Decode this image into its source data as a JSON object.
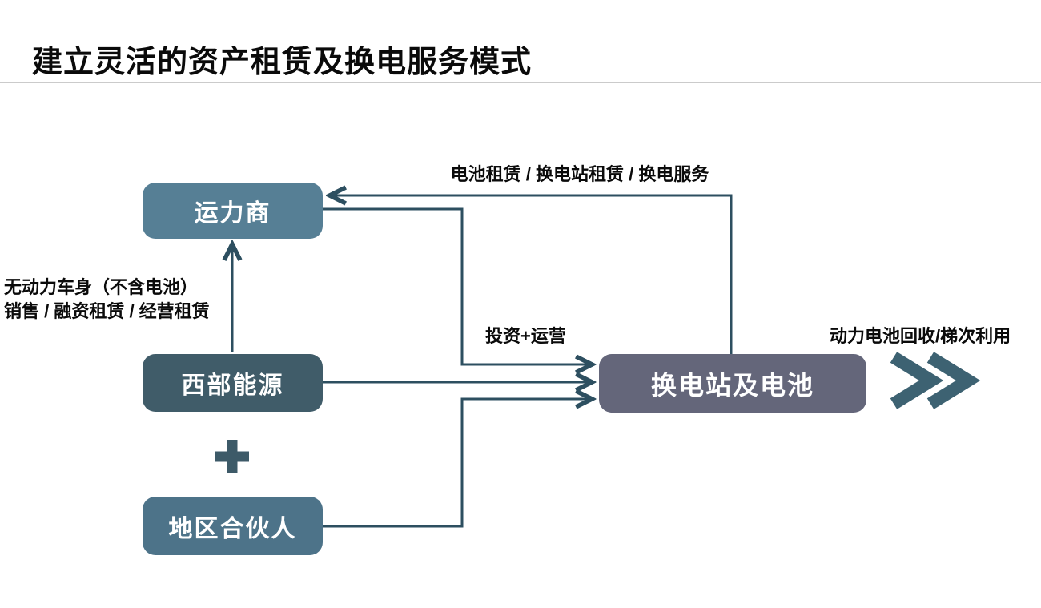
{
  "slide": {
    "title": "建立灵活的资产租赁及换电服务模式"
  },
  "nodes": [
    {
      "id": "carrier",
      "label": "运力商"
    },
    {
      "id": "western_energy",
      "label": "西部能源"
    },
    {
      "id": "regional_partner",
      "label": "地区合伙人"
    },
    {
      "id": "swap_station",
      "label": "换电站及电池"
    }
  ],
  "edge_labels": {
    "station_to_carrier": "电池租赁 / 换电站租赁 / 换电服务",
    "western_to_carrier_line1": "无动力车身（不含电池）",
    "western_to_carrier_line2": "销售 / 融资租赁 / 经营租赁",
    "invest_operate": "投资+运营",
    "battery_recycle": "动力电池回收/梯次利用"
  },
  "plus_sign": "+",
  "colors": {
    "carrier_box": "#567f95",
    "western_energy_box": "#405c69",
    "regional_partner_box": "#4d7389",
    "swap_station_box": "#64667a",
    "connector": "#2d4f60",
    "plus_sign": "#3d5a68",
    "chevron": "#3d6272",
    "title_text": "#0a0a0a",
    "divider": "#cbcbcb",
    "node_text": "#ffffff"
  }
}
